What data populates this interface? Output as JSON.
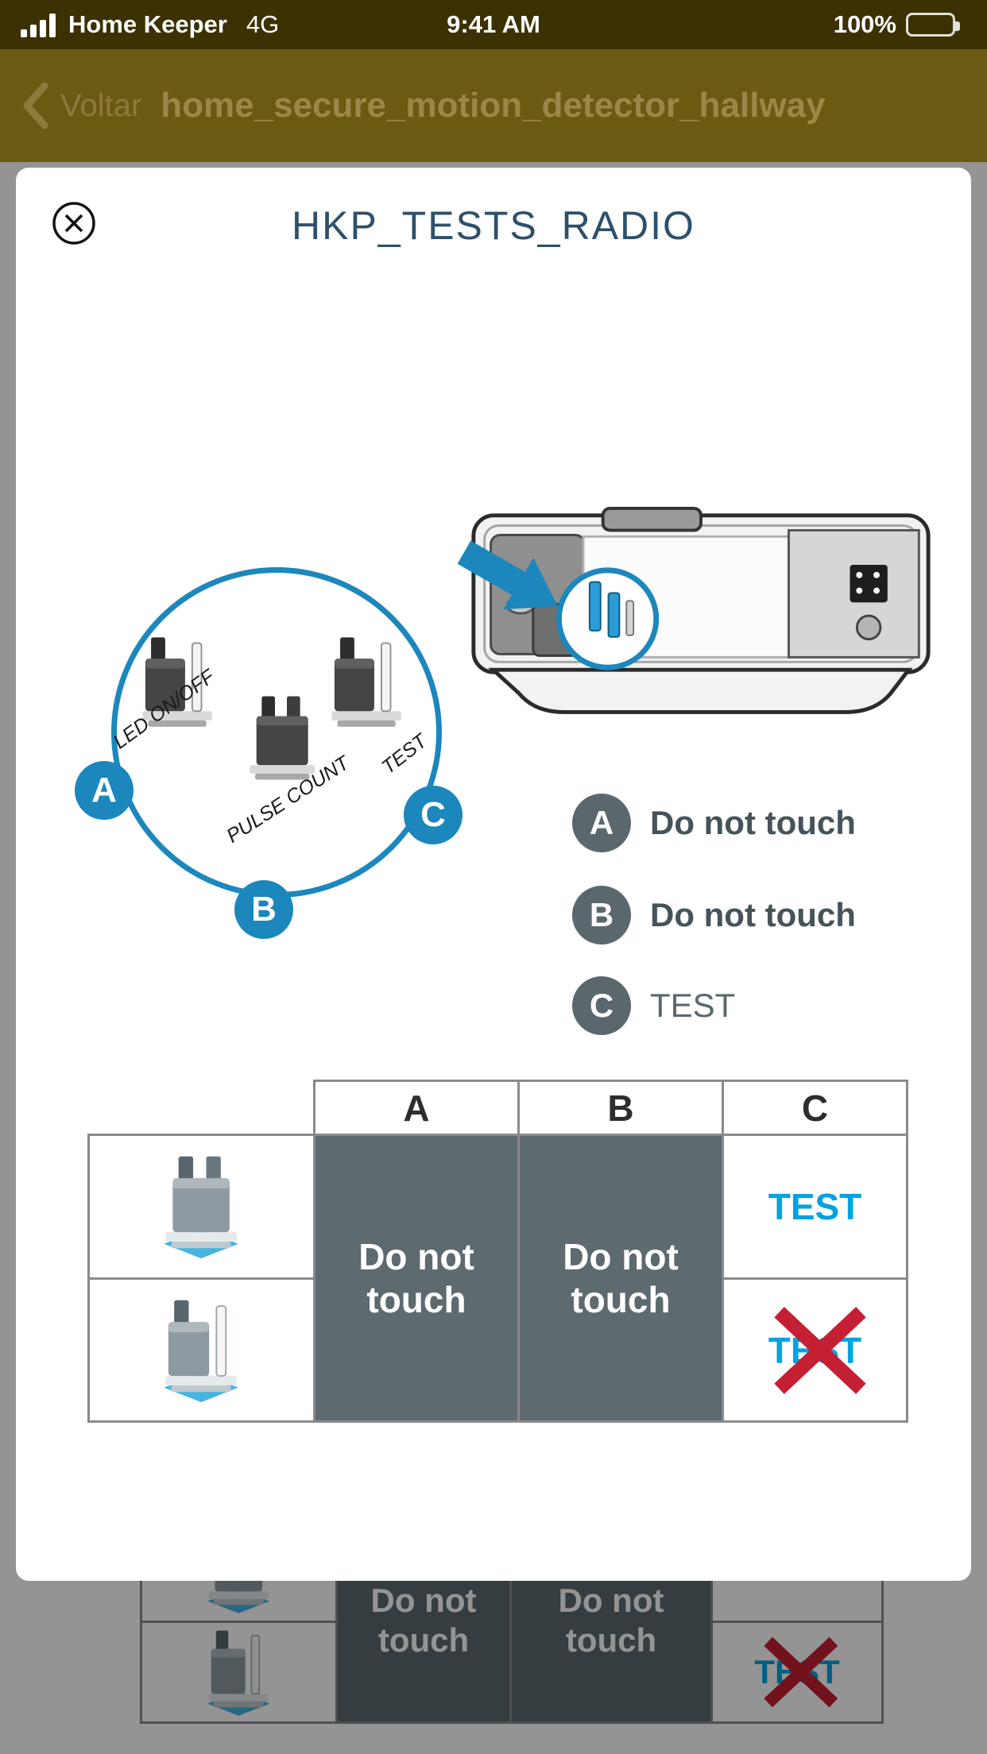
{
  "status_bar": {
    "carrier": "Home Keeper",
    "network": "4G",
    "time": "9:41 AM",
    "battery": "100%"
  },
  "nav": {
    "back_label": "Voltar",
    "title": "home_secure_motion_detector_hallway"
  },
  "modal": {
    "title": "HKP_TESTS_RADIO",
    "diagram": {
      "jumper_labels": [
        "LED ON/OFF",
        "PULSE COUNT",
        "TEST"
      ],
      "badge_a": "A",
      "badge_b": "B",
      "badge_c": "C"
    },
    "legend": [
      {
        "badge": "A",
        "label": "Do not touch"
      },
      {
        "badge": "B",
        "label": "Do not touch"
      },
      {
        "badge": "C",
        "label": "TEST"
      }
    ],
    "table": {
      "headers": [
        "A",
        "B",
        "C"
      ],
      "col_a_merged": "Do not touch",
      "col_b_merged": "Do not touch",
      "row1_c": "TEST",
      "row2_c": "TEST"
    }
  },
  "background_page": {
    "table_fragment": {
      "col_a_merged": "Do not touch",
      "col_b_merged": "Do not touch",
      "row2_c": "TEST"
    }
  },
  "colors": {
    "accent_blue": "#1b87bd",
    "test_blue": "#00a3e0",
    "slate_gray": "#5d6a70",
    "cross_red": "#c41f33",
    "nav_gold": "#6b5a12",
    "status_olive": "#3b3103",
    "title_navy": "#2e506b"
  }
}
